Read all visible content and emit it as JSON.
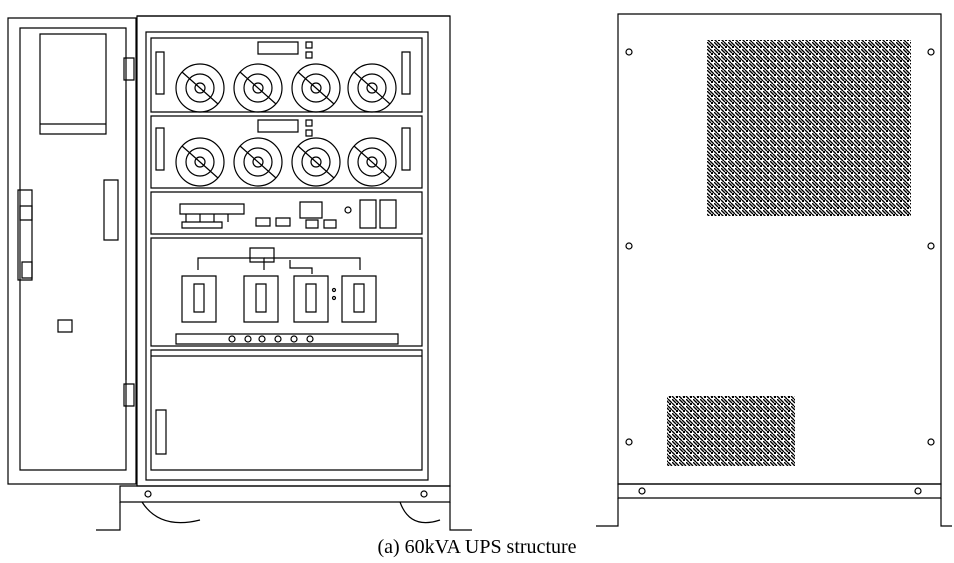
{
  "figure": {
    "caption": "(a) 60kVA UPS structure",
    "line_color": "#000000",
    "background": "#ffffff"
  },
  "front_view": {
    "power_modules": [
      {
        "fans": 4,
        "display": true
      },
      {
        "fans": 4,
        "display": true
      }
    ],
    "breakers": 4
  },
  "rear_view": {
    "vent_grilles": 2
  }
}
